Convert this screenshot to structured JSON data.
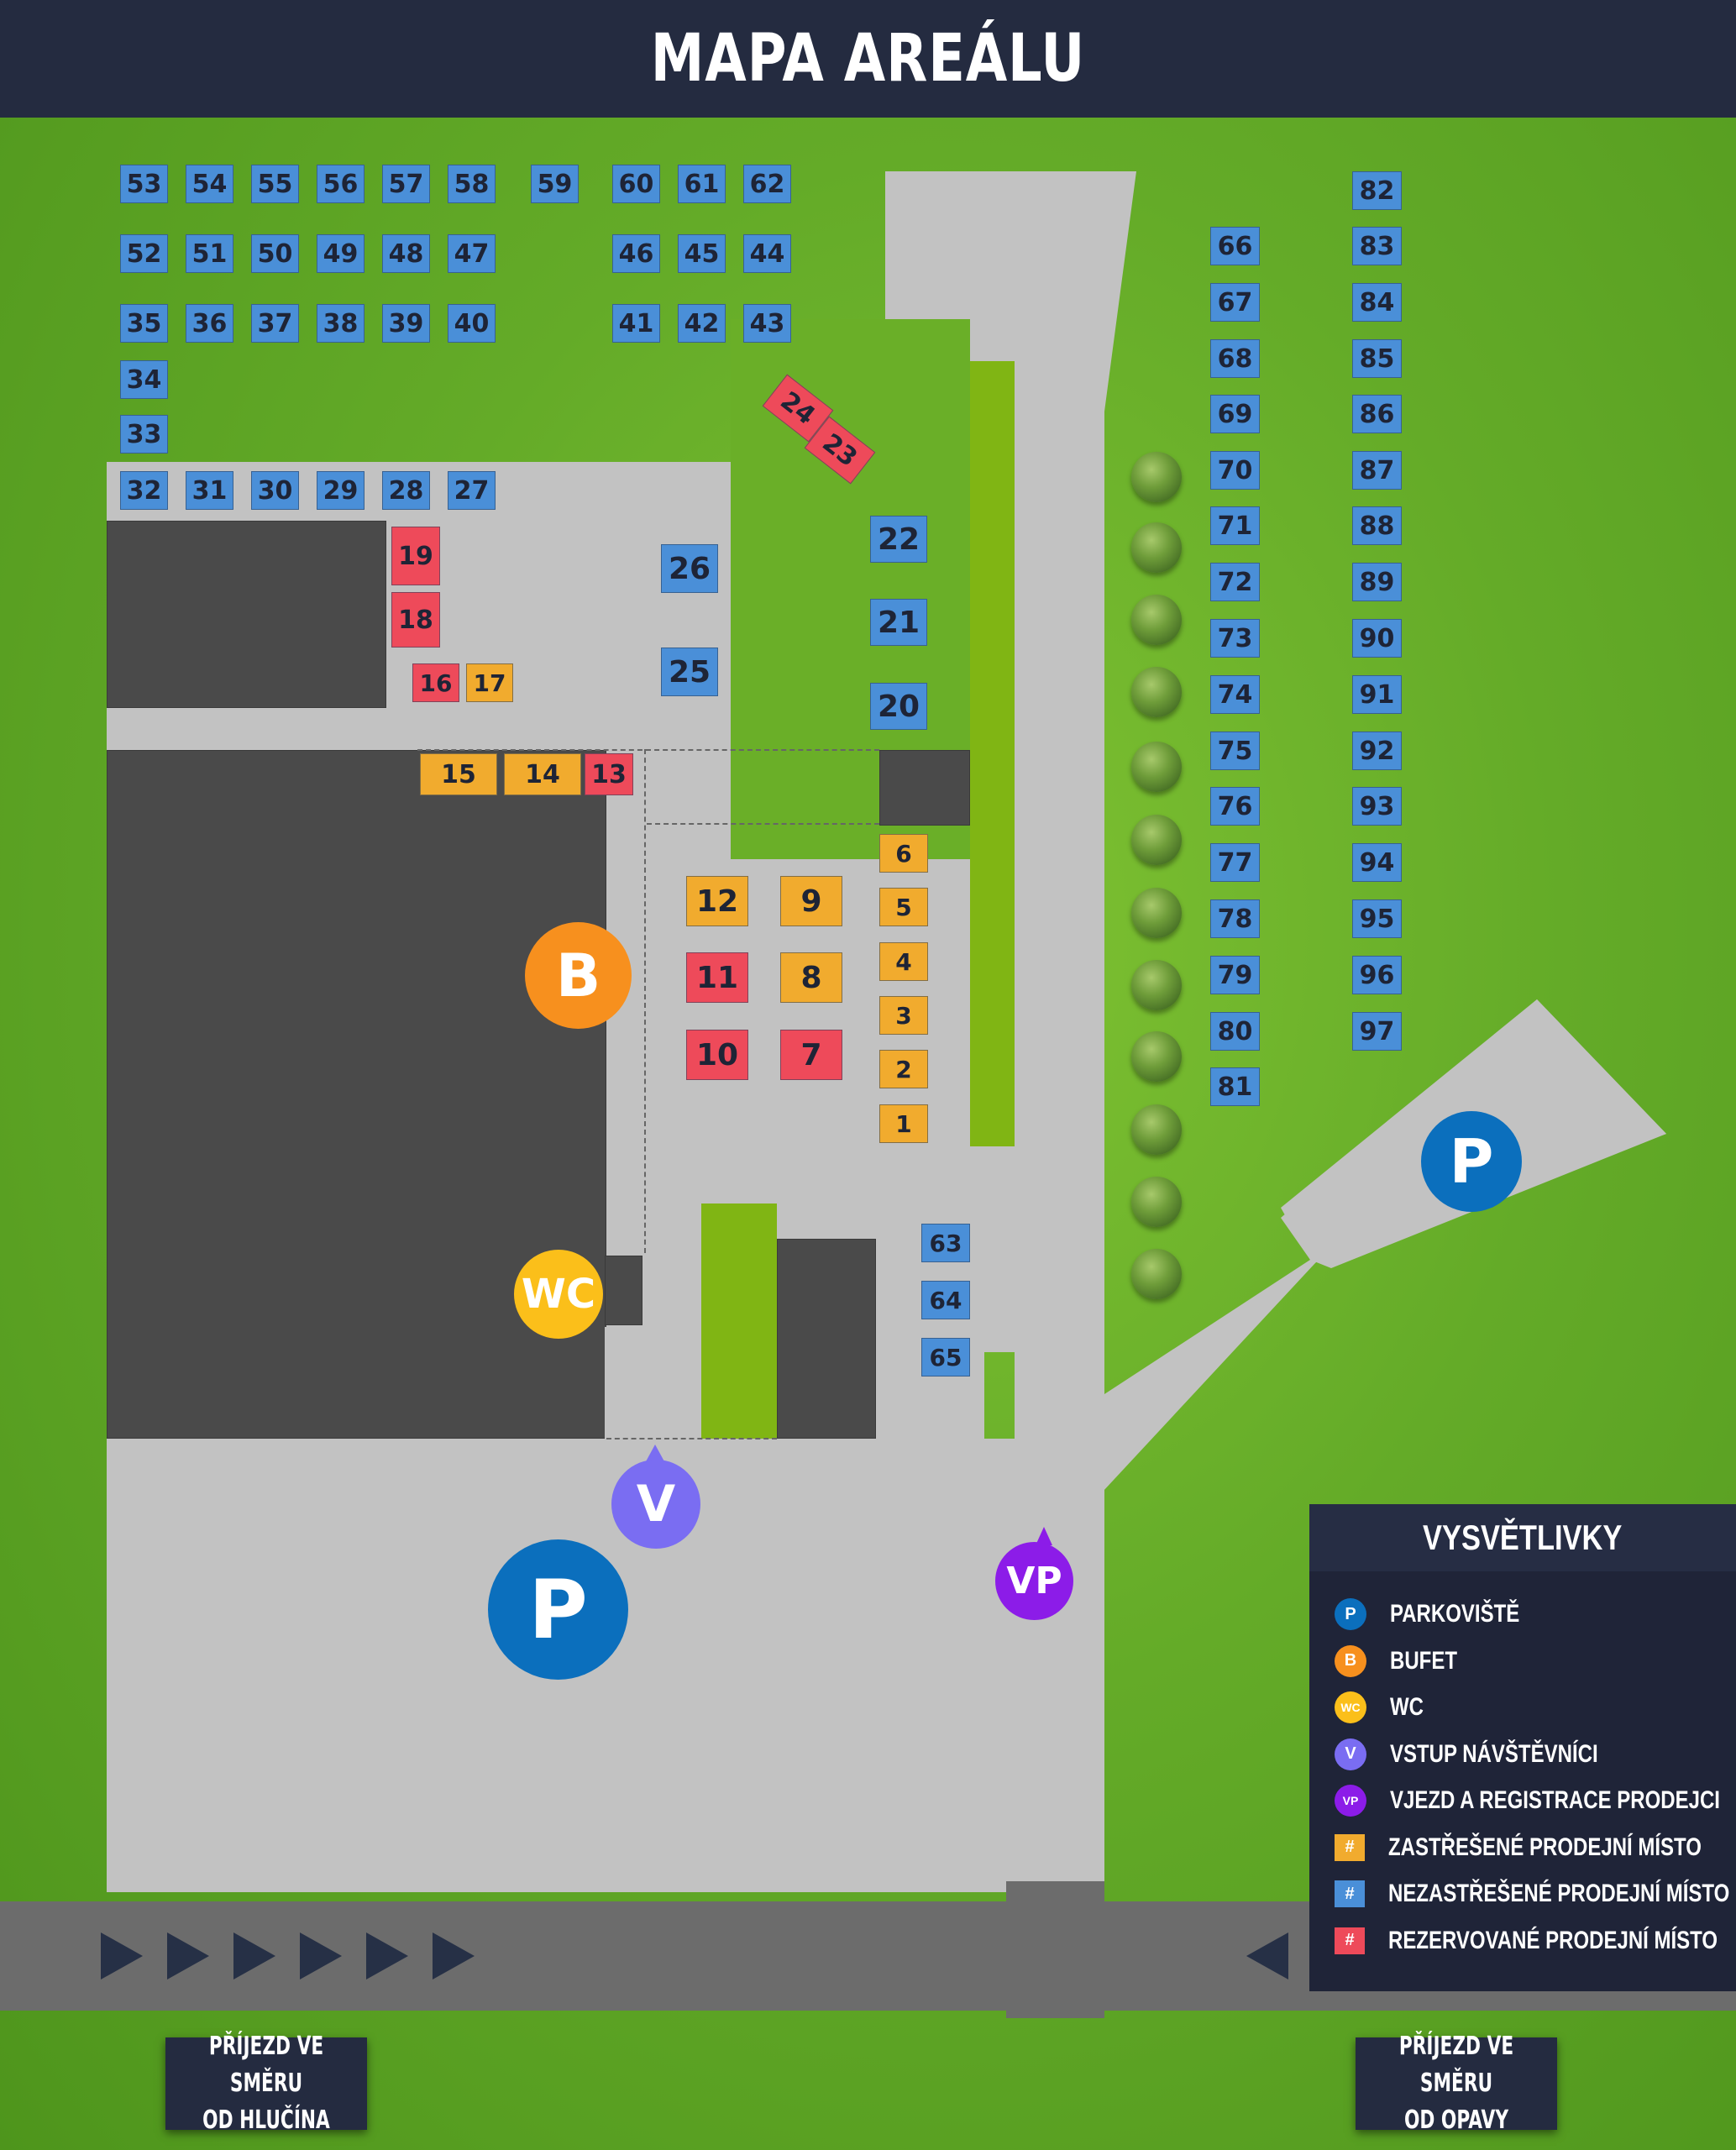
{
  "title": "MAPA AREÁLU",
  "colors": {
    "grass": "#64ab28",
    "pavement": "#c2c2c2",
    "building": "#4a4a4a",
    "covered": "#f1ab2e",
    "uncovered": "#4a8fd8",
    "reserved": "#ee4a5a",
    "parking": "#0b6fbd",
    "bufet": "#f7901e",
    "wc": "#fbbf1a",
    "entry": "#7a6df2",
    "vendor": "#8c1ce8",
    "header": "#242b40"
  },
  "poi": {
    "parking": "P",
    "bufet": "B",
    "wc": "WC",
    "entry": "V",
    "vendor": "VP"
  },
  "stalls": [
    {
      "n": "53",
      "c": "blue"
    },
    {
      "n": "54",
      "c": "blue"
    },
    {
      "n": "55",
      "c": "blue"
    },
    {
      "n": "56",
      "c": "blue"
    },
    {
      "n": "57",
      "c": "blue"
    },
    {
      "n": "58",
      "c": "blue"
    },
    {
      "n": "59",
      "c": "blue"
    },
    {
      "n": "60",
      "c": "blue"
    },
    {
      "n": "61",
      "c": "blue"
    },
    {
      "n": "62",
      "c": "blue"
    },
    {
      "n": "52",
      "c": "blue"
    },
    {
      "n": "51",
      "c": "blue"
    },
    {
      "n": "50",
      "c": "blue"
    },
    {
      "n": "49",
      "c": "blue"
    },
    {
      "n": "48",
      "c": "blue"
    },
    {
      "n": "47",
      "c": "blue"
    },
    {
      "n": "46",
      "c": "blue"
    },
    {
      "n": "45",
      "c": "blue"
    },
    {
      "n": "44",
      "c": "blue"
    },
    {
      "n": "35",
      "c": "blue"
    },
    {
      "n": "36",
      "c": "blue"
    },
    {
      "n": "37",
      "c": "blue"
    },
    {
      "n": "38",
      "c": "blue"
    },
    {
      "n": "39",
      "c": "blue"
    },
    {
      "n": "40",
      "c": "blue"
    },
    {
      "n": "41",
      "c": "blue"
    },
    {
      "n": "42",
      "c": "blue"
    },
    {
      "n": "43",
      "c": "blue"
    },
    {
      "n": "34",
      "c": "blue"
    },
    {
      "n": "33",
      "c": "blue"
    },
    {
      "n": "32",
      "c": "blue"
    },
    {
      "n": "31",
      "c": "blue"
    },
    {
      "n": "30",
      "c": "blue"
    },
    {
      "n": "29",
      "c": "blue"
    },
    {
      "n": "28",
      "c": "blue"
    },
    {
      "n": "27",
      "c": "blue"
    },
    {
      "n": "24",
      "c": "red"
    },
    {
      "n": "23",
      "c": "red"
    },
    {
      "n": "19",
      "c": "red"
    },
    {
      "n": "18",
      "c": "red"
    },
    {
      "n": "16",
      "c": "red"
    },
    {
      "n": "17",
      "c": "orange"
    },
    {
      "n": "26",
      "c": "blue"
    },
    {
      "n": "25",
      "c": "blue"
    },
    {
      "n": "22",
      "c": "blue"
    },
    {
      "n": "21",
      "c": "blue"
    },
    {
      "n": "20",
      "c": "blue"
    },
    {
      "n": "15",
      "c": "orange"
    },
    {
      "n": "14",
      "c": "orange"
    },
    {
      "n": "13",
      "c": "red"
    },
    {
      "n": "12",
      "c": "orange"
    },
    {
      "n": "9",
      "c": "orange"
    },
    {
      "n": "11",
      "c": "red"
    },
    {
      "n": "8",
      "c": "orange"
    },
    {
      "n": "10",
      "c": "red"
    },
    {
      "n": "7",
      "c": "red"
    },
    {
      "n": "6",
      "c": "orange"
    },
    {
      "n": "5",
      "c": "orange"
    },
    {
      "n": "4",
      "c": "orange"
    },
    {
      "n": "3",
      "c": "orange"
    },
    {
      "n": "2",
      "c": "orange"
    },
    {
      "n": "1",
      "c": "orange"
    },
    {
      "n": "63",
      "c": "blue"
    },
    {
      "n": "64",
      "c": "blue"
    },
    {
      "n": "65",
      "c": "blue"
    },
    {
      "n": "66",
      "c": "blue"
    },
    {
      "n": "67",
      "c": "blue"
    },
    {
      "n": "68",
      "c": "blue"
    },
    {
      "n": "69",
      "c": "blue"
    },
    {
      "n": "70",
      "c": "blue"
    },
    {
      "n": "71",
      "c": "blue"
    },
    {
      "n": "72",
      "c": "blue"
    },
    {
      "n": "73",
      "c": "blue"
    },
    {
      "n": "74",
      "c": "blue"
    },
    {
      "n": "75",
      "c": "blue"
    },
    {
      "n": "76",
      "c": "blue"
    },
    {
      "n": "77",
      "c": "blue"
    },
    {
      "n": "78",
      "c": "blue"
    },
    {
      "n": "79",
      "c": "blue"
    },
    {
      "n": "80",
      "c": "blue"
    },
    {
      "n": "81",
      "c": "blue"
    },
    {
      "n": "82",
      "c": "blue"
    },
    {
      "n": "83",
      "c": "blue"
    },
    {
      "n": "84",
      "c": "blue"
    },
    {
      "n": "85",
      "c": "blue"
    },
    {
      "n": "86",
      "c": "blue"
    },
    {
      "n": "87",
      "c": "blue"
    },
    {
      "n": "88",
      "c": "blue"
    },
    {
      "n": "89",
      "c": "blue"
    },
    {
      "n": "90",
      "c": "blue"
    },
    {
      "n": "91",
      "c": "blue"
    },
    {
      "n": "92",
      "c": "blue"
    },
    {
      "n": "93",
      "c": "blue"
    },
    {
      "n": "94",
      "c": "blue"
    },
    {
      "n": "95",
      "c": "blue"
    },
    {
      "n": "96",
      "c": "blue"
    },
    {
      "n": "97",
      "c": "blue"
    }
  ],
  "legend": {
    "title": "VYSVĚTLIVKY",
    "items": [
      {
        "symbol": "P",
        "shape": "circle",
        "color": "#0b6fbd",
        "label": "PARKOVIŠTĚ"
      },
      {
        "symbol": "B",
        "shape": "circle",
        "color": "#f7901e",
        "label": "BUFET"
      },
      {
        "symbol": "WC",
        "shape": "circle",
        "color": "#fbbf1a",
        "label": "WC"
      },
      {
        "symbol": "V",
        "shape": "circle",
        "color": "#7a6df2",
        "label": "VSTUP NÁVŠTĚVNÍCI"
      },
      {
        "symbol": "VP",
        "shape": "circle",
        "color": "#8c1ce8",
        "label": "VJEZD A REGISTRACE PRODEJCI"
      },
      {
        "symbol": "#",
        "shape": "square",
        "color": "#f1ab2e",
        "label": "ZASTŘEŠENÉ PRODEJNÍ MÍSTO"
      },
      {
        "symbol": "#",
        "shape": "square",
        "color": "#4a8fd8",
        "label": "NEZASTŘEŠENÉ PRODEJNÍ MÍSTO"
      },
      {
        "symbol": "#",
        "shape": "square",
        "color": "#ee4a5a",
        "label": "REZERVOVANÉ PRODEJNÍ MÍSTO"
      }
    ]
  },
  "signs": {
    "left": {
      "line1": "PŘÍJEZD VE SMĚRU",
      "line2": "OD HLUČÍNA"
    },
    "right": {
      "line1": "PŘÍJEZD VE SMĚRU",
      "line2": "OD OPAVY"
    }
  }
}
